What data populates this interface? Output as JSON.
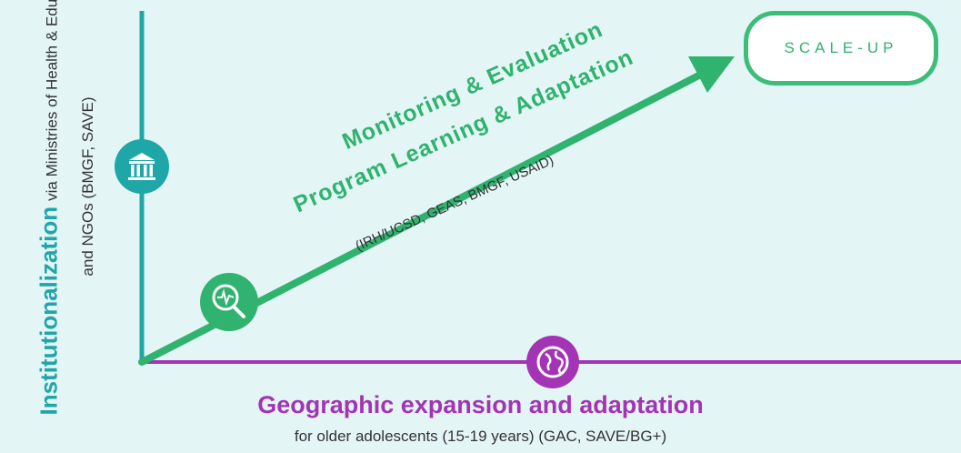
{
  "y_axis": {
    "title": "Institutionalization",
    "subtitle_line1": "via Ministries of Health & Education",
    "subtitle_line2": "and NGOs (BMGF, SAVE)",
    "icon": "government-building-icon",
    "color": "#1fa7a8"
  },
  "x_axis": {
    "title": "Geographic expansion and adaptation",
    "subtitle": "for older adolescents (15-19 years) (GAC, SAVE/BG+)",
    "icon": "globe-icon",
    "color": "#a334b5"
  },
  "arrow": {
    "line1": "Monitoring & Evaluation",
    "line2": "Program Learning & Adaptation",
    "partners": "(IRH/UCSD, GEAS, BMGF, USAID)",
    "icon": "magnifier-heartbeat-icon",
    "color": "#2fb36e"
  },
  "scale_up": {
    "label": "SCALE-UP"
  }
}
